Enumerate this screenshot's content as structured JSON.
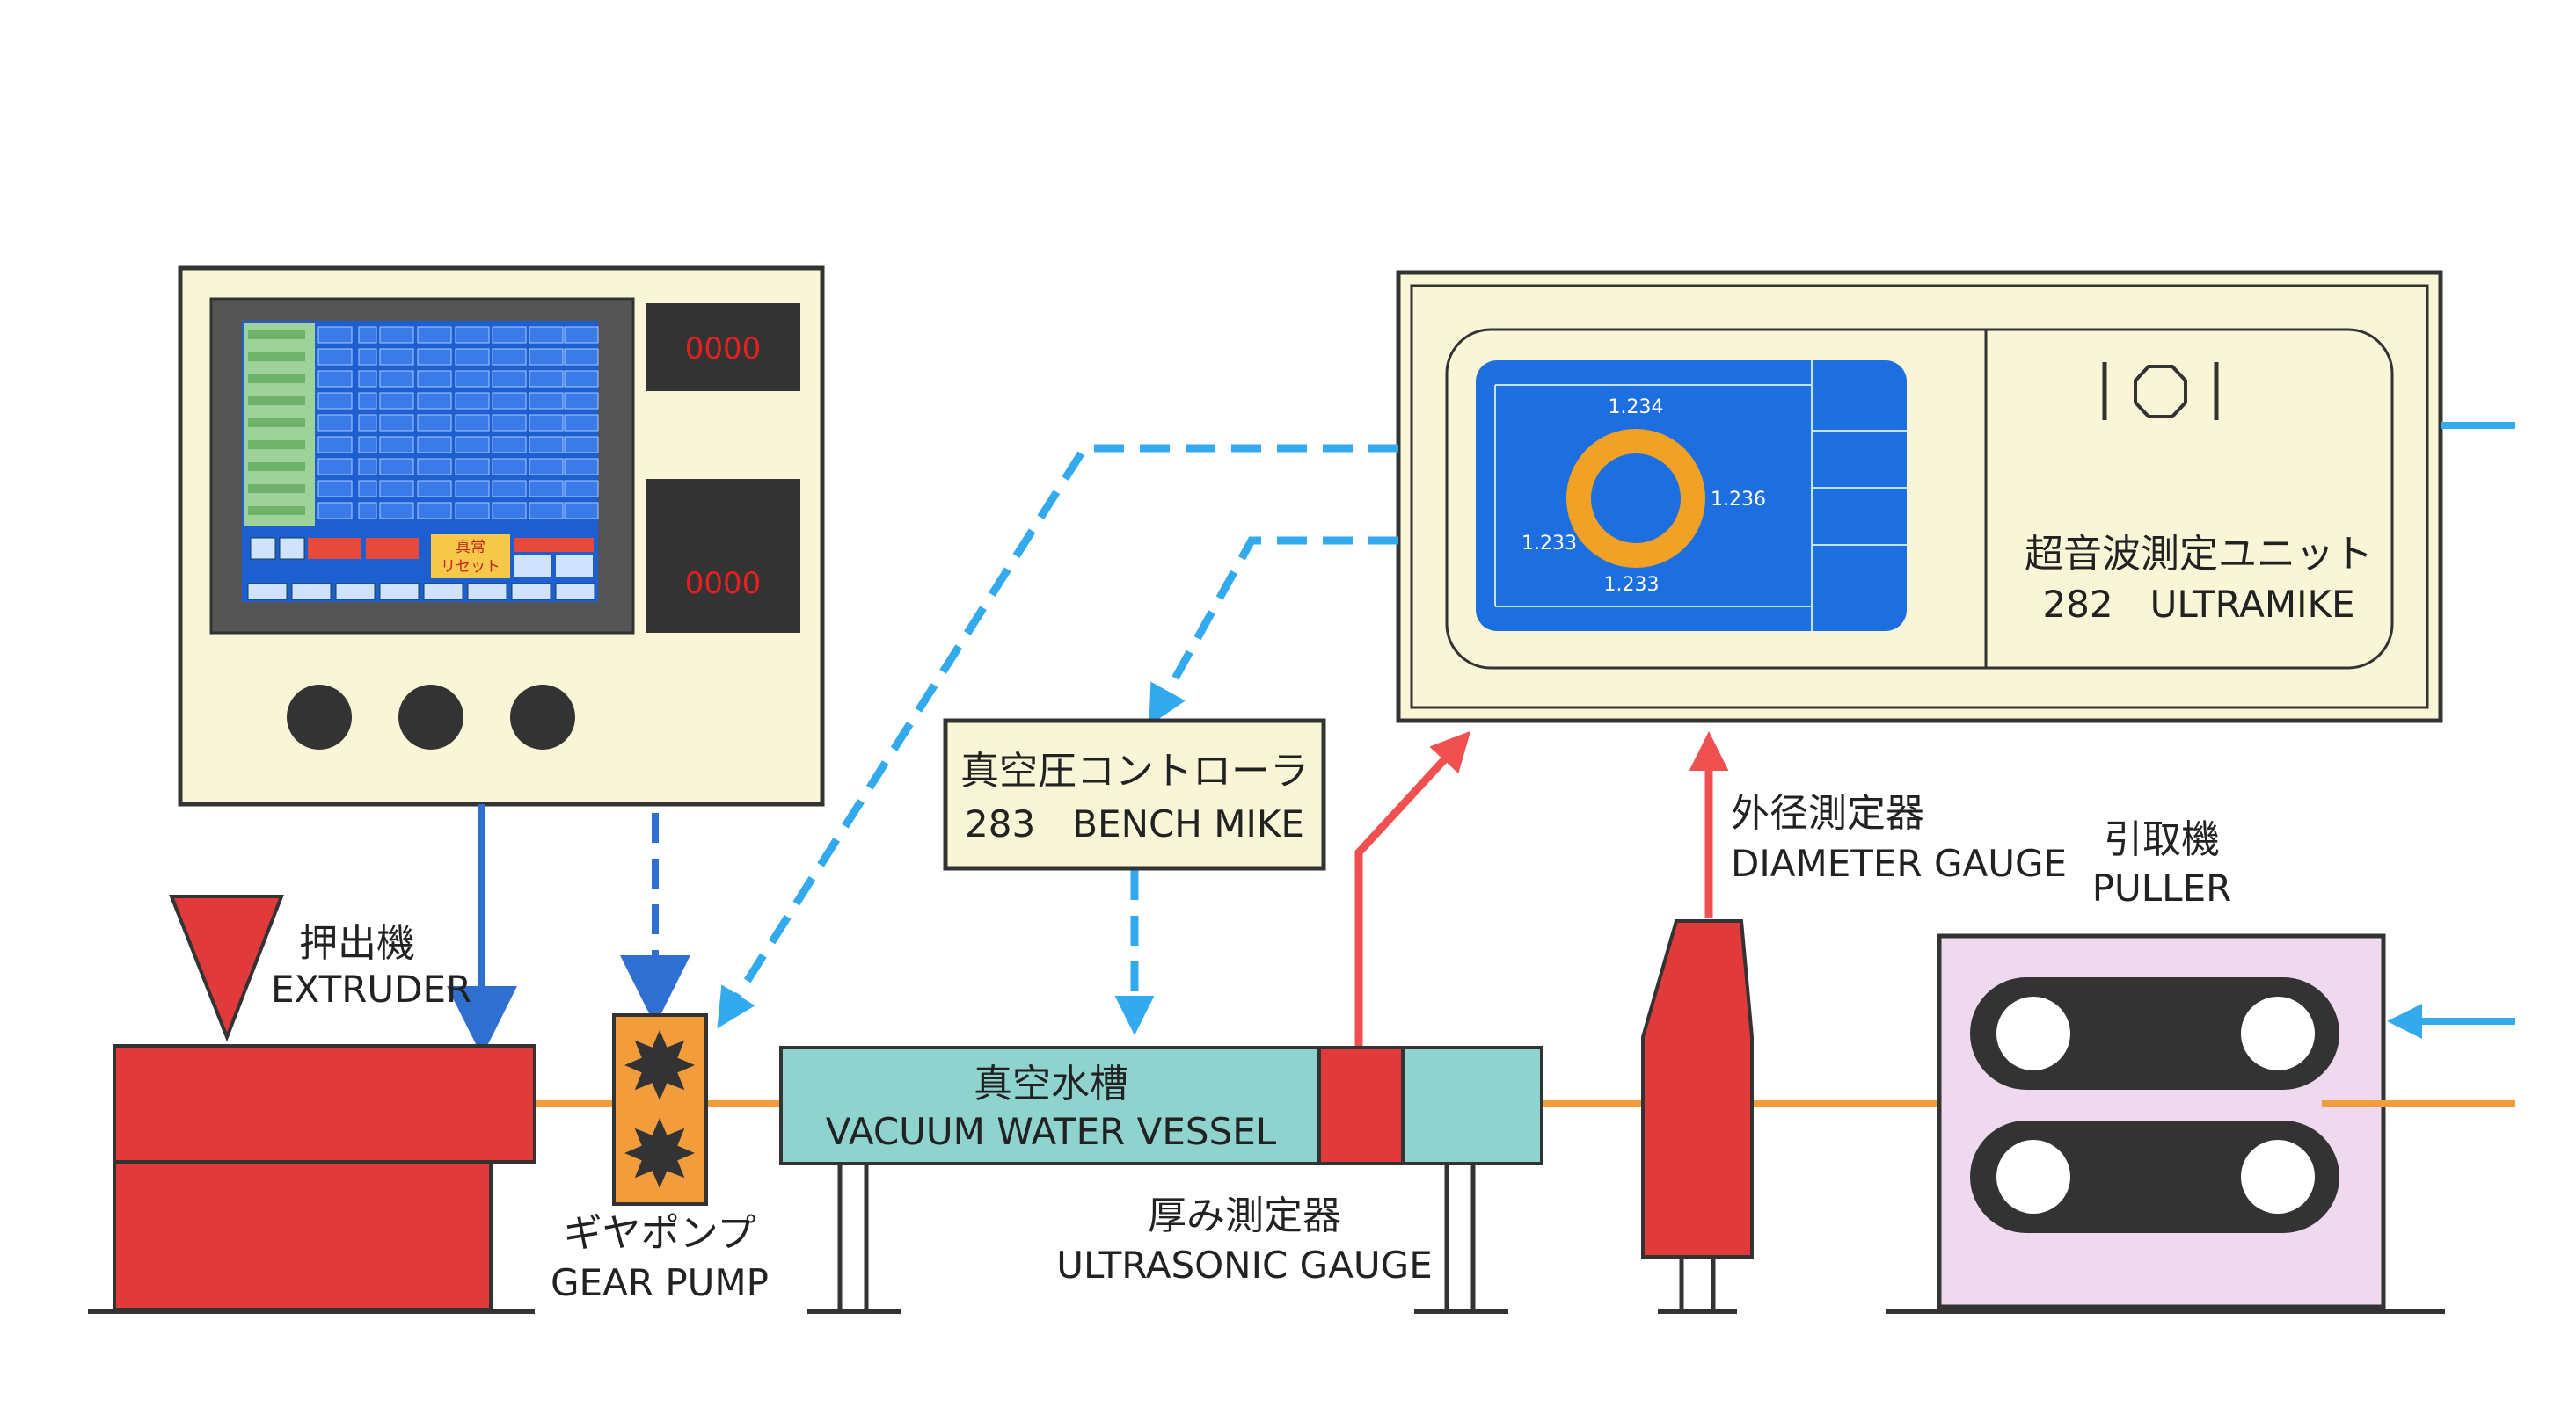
{
  "control_panel": {
    "display_left": "0000",
    "display_right": "0000",
    "screen_button": "真常\nリセット"
  },
  "ultramike": {
    "readings": {
      "top": "1.234",
      "right": "1.236",
      "left": "1.233",
      "bottom": "1.233"
    },
    "label_jp": "超音波測定ユニット",
    "label_en": "282　ULTRAMIKE"
  },
  "bench_mike": {
    "label_jp": "真空圧コントローラ",
    "label_en": "283　BENCH MIKE"
  },
  "extruder": {
    "label_jp": "押出機",
    "label_en": "EXTRUDER"
  },
  "gear_pump": {
    "label_jp": "ギヤポンプ",
    "label_en": "GEAR PUMP"
  },
  "vessel": {
    "label_jp": "真空水槽",
    "label_en": "VACUUM WATER VESSEL"
  },
  "ultrasonic_gauge": {
    "label_jp": "厚み測定器",
    "label_en": "ULTRASONIC GAUGE"
  },
  "diameter_gauge": {
    "label_jp": "外径測定器",
    "label_en": "DIAMETER GAUGE"
  },
  "puller": {
    "label_jp": "引取機",
    "label_en": "PULLER"
  },
  "colors": {
    "panel_fill": "#f8f6d6",
    "machine_red": "#e03a3a",
    "vessel_cyan": "#8fd3cf",
    "screen_blue": "#1a64d6",
    "signal_blue": "#33aaee",
    "feedback_red": "#f05050",
    "product_orange": "#f39c3b",
    "puller_pink": "#efd9ee"
  }
}
